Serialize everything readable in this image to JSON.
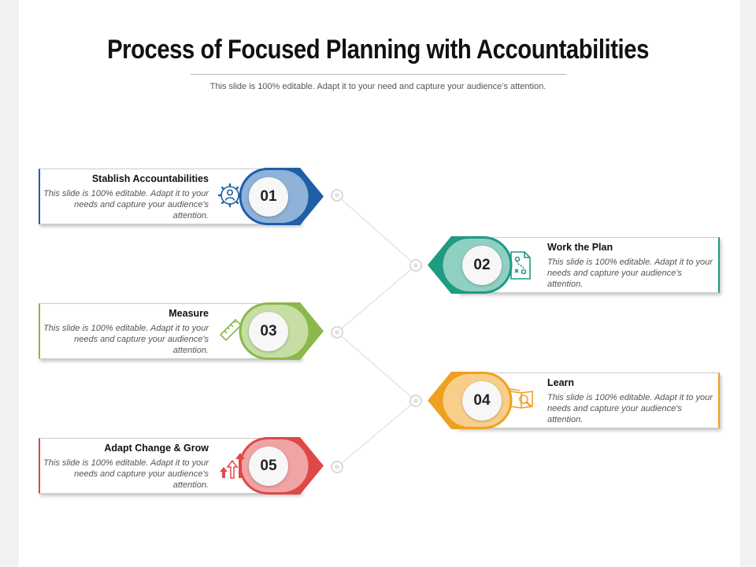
{
  "title": "Process of Focused Planning with Accountabilities",
  "subtitle": "This slide is 100% editable. Adapt it to your need and capture your audience’s attention.",
  "steps": [
    {
      "number": "01",
      "title": "Stablish Accountabilities",
      "desc": "This slide is 100% editable. Adapt it to your needs and capture your audience's attention.",
      "color": "#1f5fa8",
      "light": "#8fb2d9",
      "icon": "gear-person-icon"
    },
    {
      "number": "02",
      "title": "Work the Plan",
      "desc": "This slide is 100% editable. Adapt it to your needs and capture your audience's attention.",
      "color": "#1f9a83",
      "light": "#8fd0c2",
      "icon": "strategy-plan-icon"
    },
    {
      "number": "03",
      "title": "Measure",
      "desc": "This slide is 100% editable. Adapt it to your needs and capture your audience's attention.",
      "color": "#8bb84a",
      "light": "#c6dea3",
      "icon": "ruler-icon"
    },
    {
      "number": "04",
      "title": "Learn",
      "desc": "This slide is 100% editable. Adapt it to your needs and capture your audience's attention.",
      "color": "#f0a020",
      "light": "#f8cf8a",
      "icon": "book-search-icon"
    },
    {
      "number": "05",
      "title": "Adapt Change & Grow",
      "desc": "This slide is 100% editable. Adapt it to your needs and capture your audience's attention.",
      "color": "#e04848",
      "light": "#f0a4a4",
      "icon": "growth-arrows-icon"
    }
  ]
}
